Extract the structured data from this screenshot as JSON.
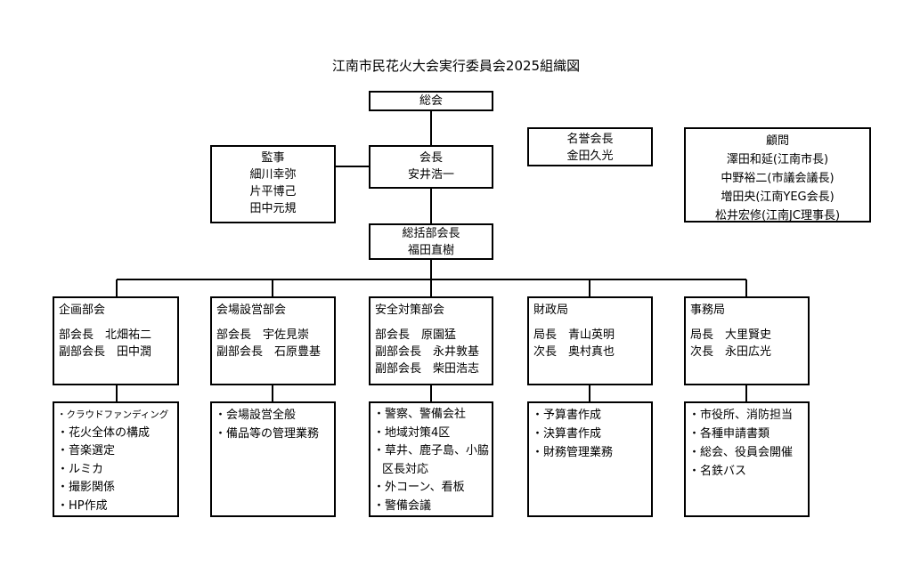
{
  "title": "江南市民花火大会実行委員会2025組織図",
  "general_assembly": {
    "label": "総会"
  },
  "auditors": {
    "role": "監事",
    "members": [
      "細川幸弥",
      "片平博己",
      "田中元規"
    ]
  },
  "chairman": {
    "role": "会長",
    "name": "安井浩一"
  },
  "honorary_chairman": {
    "role": "名誉会長",
    "name": "金田久光"
  },
  "advisors": {
    "role": "顧問",
    "members": [
      "澤田和延(江南市長)",
      "中野裕二(市議会議長)",
      "増田央(江南YEG会長)",
      "松井宏修(江南JC理事長)"
    ]
  },
  "general_director": {
    "role": "総括部会長",
    "name": "福田直樹"
  },
  "departments": [
    {
      "name": "企画部会",
      "officers": [
        "部会長　北畑祐二",
        "副部会長　田中潤"
      ],
      "tasks": [
        "・クラウドファンディング",
        "・花火全体の構成",
        "・音楽選定",
        "・ルミカ",
        "・撮影関係",
        "・HP作成"
      ]
    },
    {
      "name": "会場設営部会",
      "officers": [
        "部会長　宇佐見崇",
        "副部会長　石原豊基"
      ],
      "tasks": [
        "・会場設営全般",
        "・備品等の管理業務"
      ]
    },
    {
      "name": "安全対策部会",
      "officers": [
        "部会長　原園猛",
        "副部会長　永井敦基",
        "副部会長　柴田浩志"
      ],
      "tasks": [
        "・警察、警備会社",
        "・地域対策4区",
        "・草井、鹿子島、小脇",
        "区長対応",
        "・外コーン、看板",
        "・警備会議"
      ]
    },
    {
      "name": "財政局",
      "officers": [
        "局長　青山英明",
        "次長　奥村真也"
      ],
      "tasks": [
        "・予算書作成",
        "・決算書作成",
        "・財務管理業務"
      ]
    },
    {
      "name": "事務局",
      "officers": [
        "局長　大里賢史",
        "次長　永田広光"
      ],
      "tasks": [
        "・市役所、消防担当",
        "・各種申請書類",
        "・総会、役員会開催",
        "・名鉄バス"
      ]
    }
  ]
}
